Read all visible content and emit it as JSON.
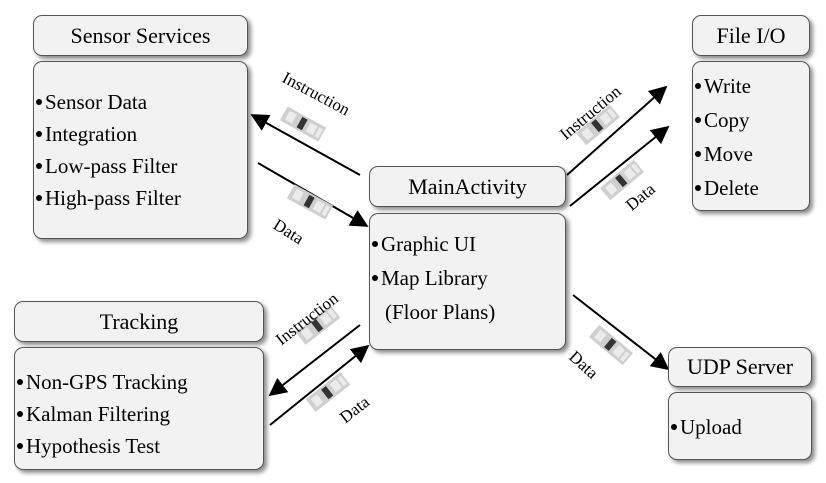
{
  "modules": {
    "sensor_services": {
      "title": "Sensor Services",
      "items": [
        "Sensor Data",
        "Integration",
        "Low-pass Filter",
        "High-pass Filter"
      ]
    },
    "file_io": {
      "title": "File I/O",
      "items": [
        "Write",
        "Copy",
        "Move",
        "Delete"
      ]
    },
    "main_activity": {
      "title": "MainActivity",
      "items": [
        "Graphic UI",
        "Map Library",
        "(Floor Plans)"
      ]
    },
    "tracking": {
      "title": "Tracking",
      "items": [
        "Non-GPS Tracking",
        "Kalman Filtering",
        "Hypothesis Test"
      ]
    },
    "udp_server": {
      "title": "UDP Server",
      "items": [
        "Upload"
      ]
    }
  },
  "labels": {
    "instruction": "Instruction",
    "data": "Data"
  }
}
